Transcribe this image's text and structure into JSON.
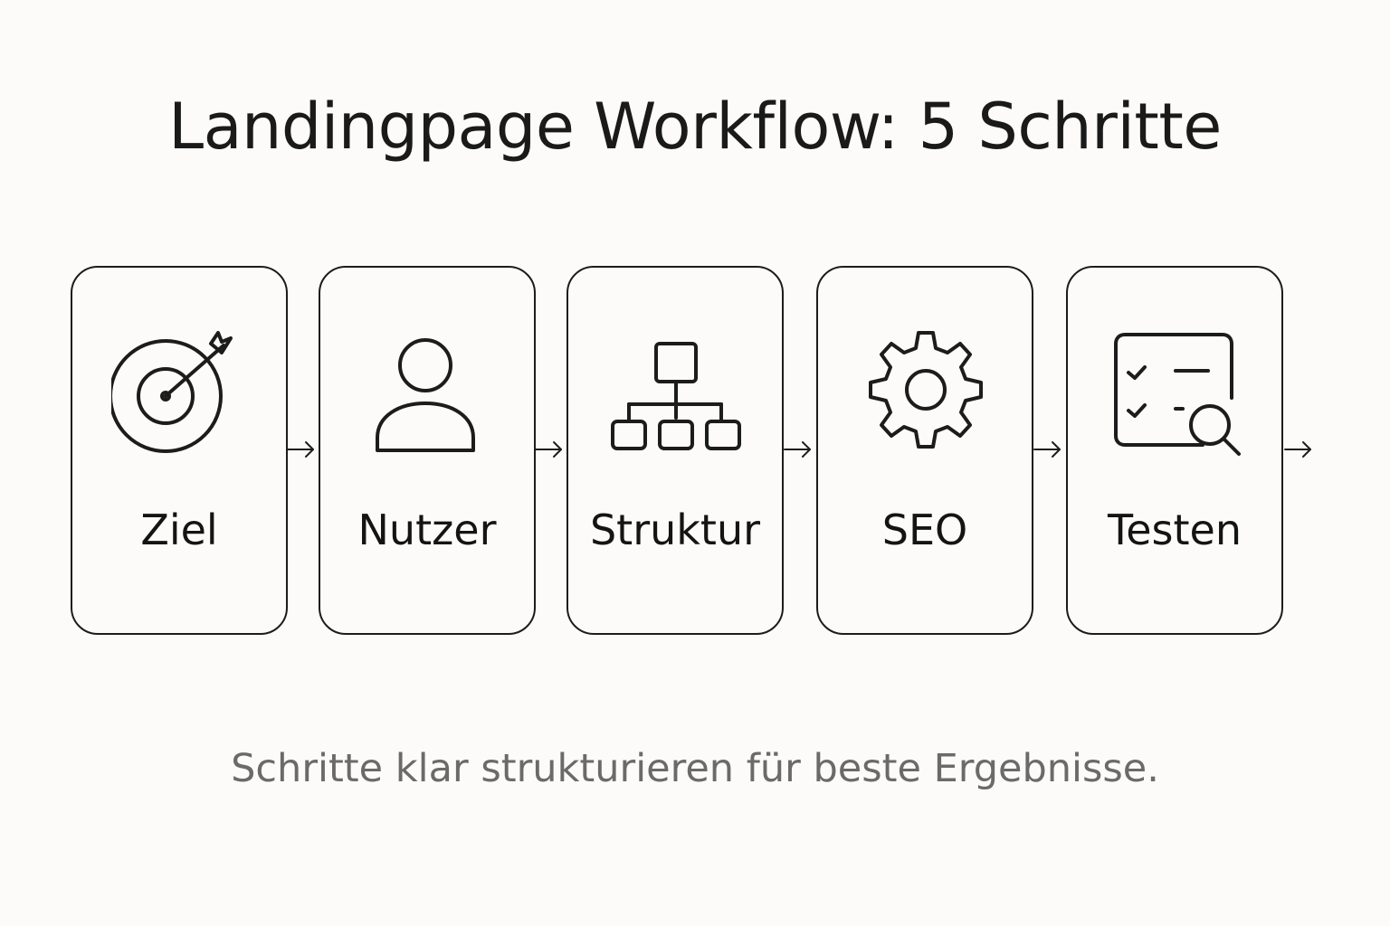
{
  "title": "Landingpage Workflow: 5 Schritte",
  "steps": [
    {
      "label": "Ziel",
      "icon": "target-icon"
    },
    {
      "label": "Nutzer",
      "icon": "user-icon"
    },
    {
      "label": "Struktur",
      "icon": "sitemap-icon"
    },
    {
      "label": "SEO",
      "icon": "gear-icon"
    },
    {
      "label": "Testen",
      "icon": "checklist-search-icon"
    }
  ],
  "caption": "Schritte klar strukturieren für beste Ergebnisse.",
  "colors": {
    "background": "#fcfbf9",
    "stroke": "#1c1c1c",
    "caption": "#6a6a6a"
  }
}
